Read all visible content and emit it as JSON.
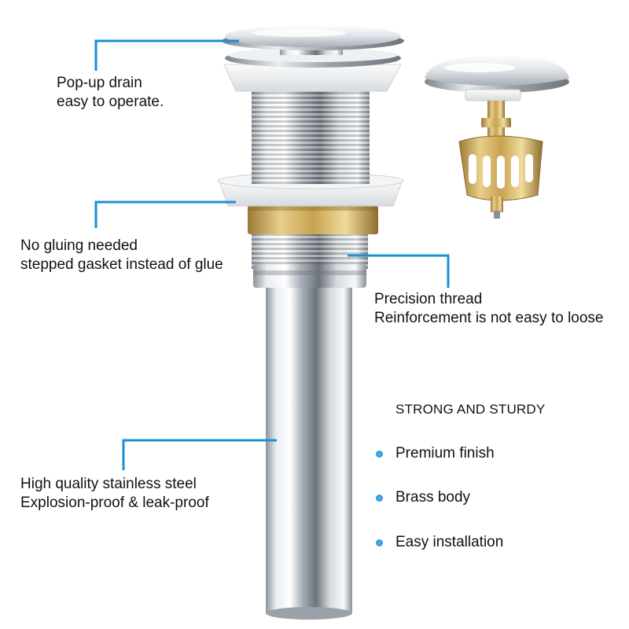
{
  "accent_color": "#1a8fd6",
  "callouts": [
    {
      "id": "popup",
      "lines": [
        "Pop-up drain",
        "easy to operate."
      ]
    },
    {
      "id": "gasket",
      "lines": [
        "No gluing needed",
        "stepped gasket instead of glue"
      ]
    },
    {
      "id": "thread",
      "lines": [
        "Precision thread",
        "Reinforcement is not easy to loose"
      ]
    },
    {
      "id": "steel",
      "lines": [
        "High quality stainless steel",
        "Explosion-proof & leak-proof"
      ]
    }
  ],
  "features": {
    "heading": "STRONG AND STURDY",
    "items": [
      {
        "label": "Premium finish",
        "icon": "bullet-dot-icon"
      },
      {
        "label": "Brass body",
        "icon": "bullet-dot-icon"
      },
      {
        "label": "Easy installation",
        "icon": "bullet-dot-icon"
      }
    ]
  }
}
